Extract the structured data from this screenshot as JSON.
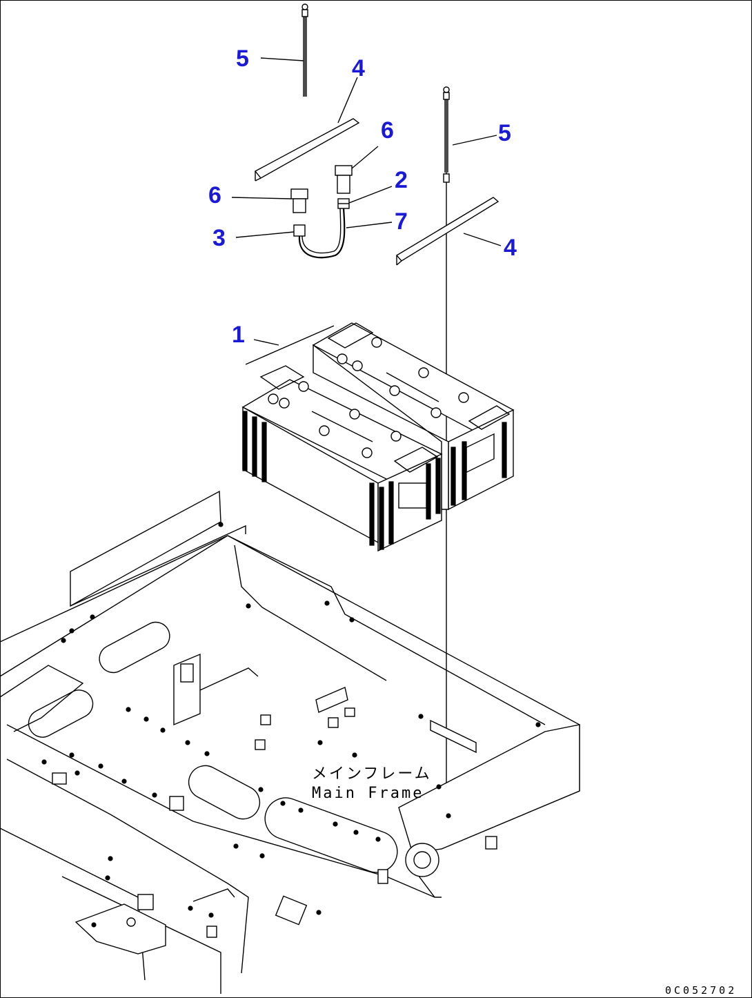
{
  "callouts": {
    "c5_top": "5",
    "c4_top": "4",
    "c6_right": "6",
    "c2": "2",
    "c6_left": "6",
    "c7": "7",
    "c3": "3",
    "c5_right": "5",
    "c4_right": "4",
    "c1": "1"
  },
  "frame_label": {
    "japanese": "メインフレーム",
    "english": "Main Frame"
  },
  "document_code": "0C052702",
  "colors": {
    "callout": "#1a1ad6",
    "line": "#000000",
    "background": "#ffffff"
  }
}
